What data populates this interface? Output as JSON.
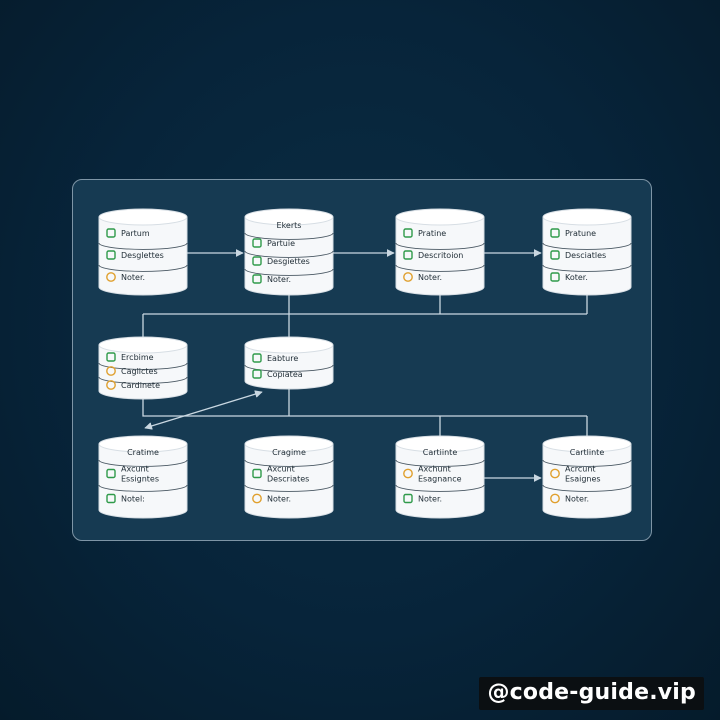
{
  "diagram": {
    "nodes": [
      {
        "id": "n1",
        "title": "",
        "rows": [
          {
            "label": "Partum",
            "status": "green"
          },
          {
            "label": "Desglettes",
            "status": "green"
          },
          {
            "label": "Noter.",
            "status": "orange"
          }
        ]
      },
      {
        "id": "n2",
        "title": "Ekerts",
        "rows": [
          {
            "label": "Partuie",
            "status": "green"
          },
          {
            "label": "Desgiettes",
            "status": "green"
          },
          {
            "label": "Noter.",
            "status": "green"
          }
        ]
      },
      {
        "id": "n3",
        "title": "",
        "rows": [
          {
            "label": "Pratine",
            "status": "green"
          },
          {
            "label": "Descritoion",
            "status": "green"
          },
          {
            "label": "Noter.",
            "status": "orange"
          }
        ]
      },
      {
        "id": "n4",
        "title": "",
        "rows": [
          {
            "label": "Pratune",
            "status": "green"
          },
          {
            "label": "Desciatles",
            "status": "green"
          },
          {
            "label": "Koter.",
            "status": "green"
          }
        ]
      },
      {
        "id": "n5",
        "title": "",
        "rows": [
          {
            "label": "Ercbime",
            "status": "green"
          },
          {
            "label": "Caglictes",
            "status": "orange"
          },
          {
            "label": "Cardinete",
            "status": "orange"
          }
        ]
      },
      {
        "id": "n6",
        "title": "",
        "rows": [
          {
            "label": "Eabture",
            "status": "green"
          },
          {
            "label": "Copiatea",
            "status": "green"
          }
        ]
      },
      {
        "id": "n7",
        "title": "Cratime",
        "rows": [
          {
            "label": "Axcunt Essigntes",
            "status": "green"
          },
          {
            "label": "Notel:",
            "status": "green"
          }
        ]
      },
      {
        "id": "n8",
        "title": "Cragime",
        "rows": [
          {
            "label": "Axcunt Descriates",
            "status": "green"
          },
          {
            "label": "Noter.",
            "status": "orange"
          }
        ]
      },
      {
        "id": "n9",
        "title": "Cartiinte",
        "rows": [
          {
            "label": "Axchunt Esagnance",
            "status": "orange"
          },
          {
            "label": "Noter.",
            "status": "green"
          }
        ]
      },
      {
        "id": "n10",
        "title": "Cartlinte",
        "rows": [
          {
            "label": "Acrcunt Esaignes",
            "status": "orange"
          },
          {
            "label": "Noter.",
            "status": "orange"
          }
        ]
      }
    ]
  },
  "colors": {
    "green": "#2f9a4a",
    "orange": "#e0a02e",
    "connector": "#c9d7e1"
  },
  "watermark": "@code-guide.vip"
}
